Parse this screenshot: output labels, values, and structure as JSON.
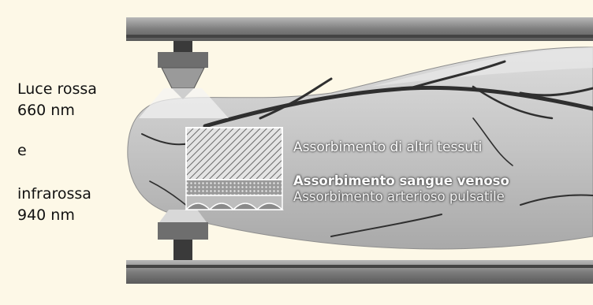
{
  "labels": {
    "red_light_line1": "Luce rossa",
    "red_light_line2": "660 nm",
    "conjunction": "e",
    "infrared_line1": "infrarossa",
    "infrared_line2": "940 nm"
  },
  "callouts": {
    "other_tissues": "Assorbimento di altri tessuti",
    "venous_blood": "Assorbimento sangue venoso",
    "arterial_pulsatile": "Assorbimento arterioso pulsatile"
  },
  "colors": {
    "background": "#fdf8e7",
    "bar": "#8a8a8a",
    "finger": "#c7c7c7",
    "vessel": "#2f2f2f",
    "sensor": "#7a7a7a"
  }
}
